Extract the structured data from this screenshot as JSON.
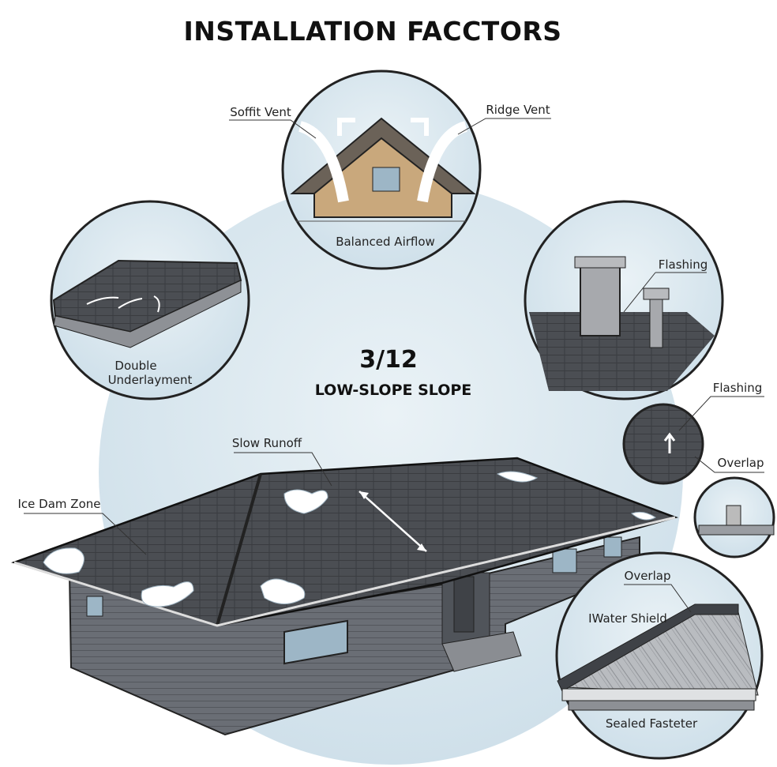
{
  "title": "INSTALLATION FACCTORS",
  "slope": {
    "ratio": "3/12",
    "label": "LOW-SLOPE SLOPE"
  },
  "callouts": {
    "soffit_vent": "Soffit Vent",
    "ridge_vent": "Ridge Vent",
    "balanced_airflow": "Balanced Airflow",
    "double_underlayment_1": "Double",
    "double_underlayment_2": "Underlayment",
    "flashing_chimney": "Flashing",
    "flashing_detail": "Flashing",
    "overlap_detail": "Overlap",
    "slow_runoff": "Slow Runoff",
    "ice_dam_zone": "Ice Dam Zone",
    "overlap_metal": "Overlap",
    "water_shield": "IWater Shield",
    "sealed_fastener": "Sealed Fasteter"
  },
  "colors": {
    "sky": "#dbe8ef",
    "roof": "#4a4d52",
    "siding": "#6c7077",
    "attic_wood": "#c9a87c",
    "snow": "#ffffff"
  }
}
